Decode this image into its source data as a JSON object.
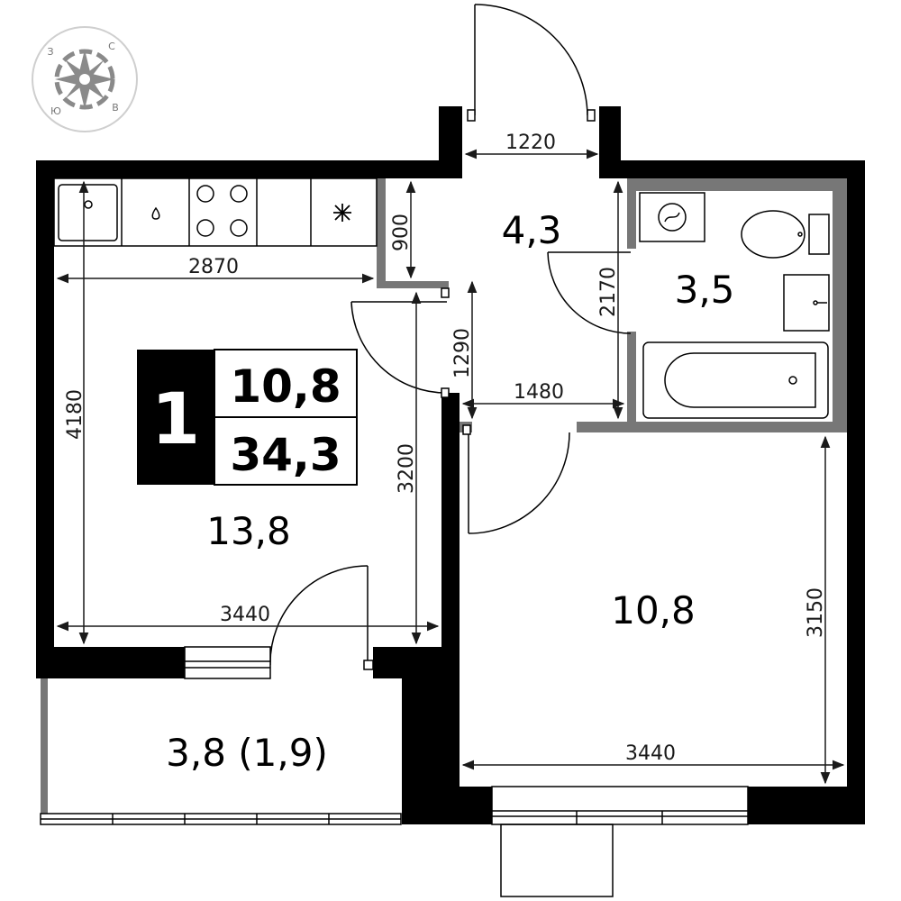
{
  "apartment": {
    "rooms": "1",
    "living_area": "10,8",
    "total_area": "34,3"
  },
  "compass": {
    "west": "З",
    "north": "С",
    "south": "Ю",
    "east": "В"
  },
  "areas": {
    "kitchen": "13,8",
    "hall": "4,3",
    "bathroom": "3,5",
    "bedroom": "10,8",
    "loggia": "3,8 (1,9)"
  },
  "dimensions": {
    "entrance_width": "1220",
    "kitchen_top": "2870",
    "kitchen_height": "4180",
    "closet": "900",
    "kitchen_bottom": "3440",
    "kitchen_inner": "3200",
    "hall_vertical": "1290",
    "hall_horizontal": "1480",
    "bath_side": "2170",
    "bedroom_height": "3150",
    "bedroom_width": "3440"
  }
}
